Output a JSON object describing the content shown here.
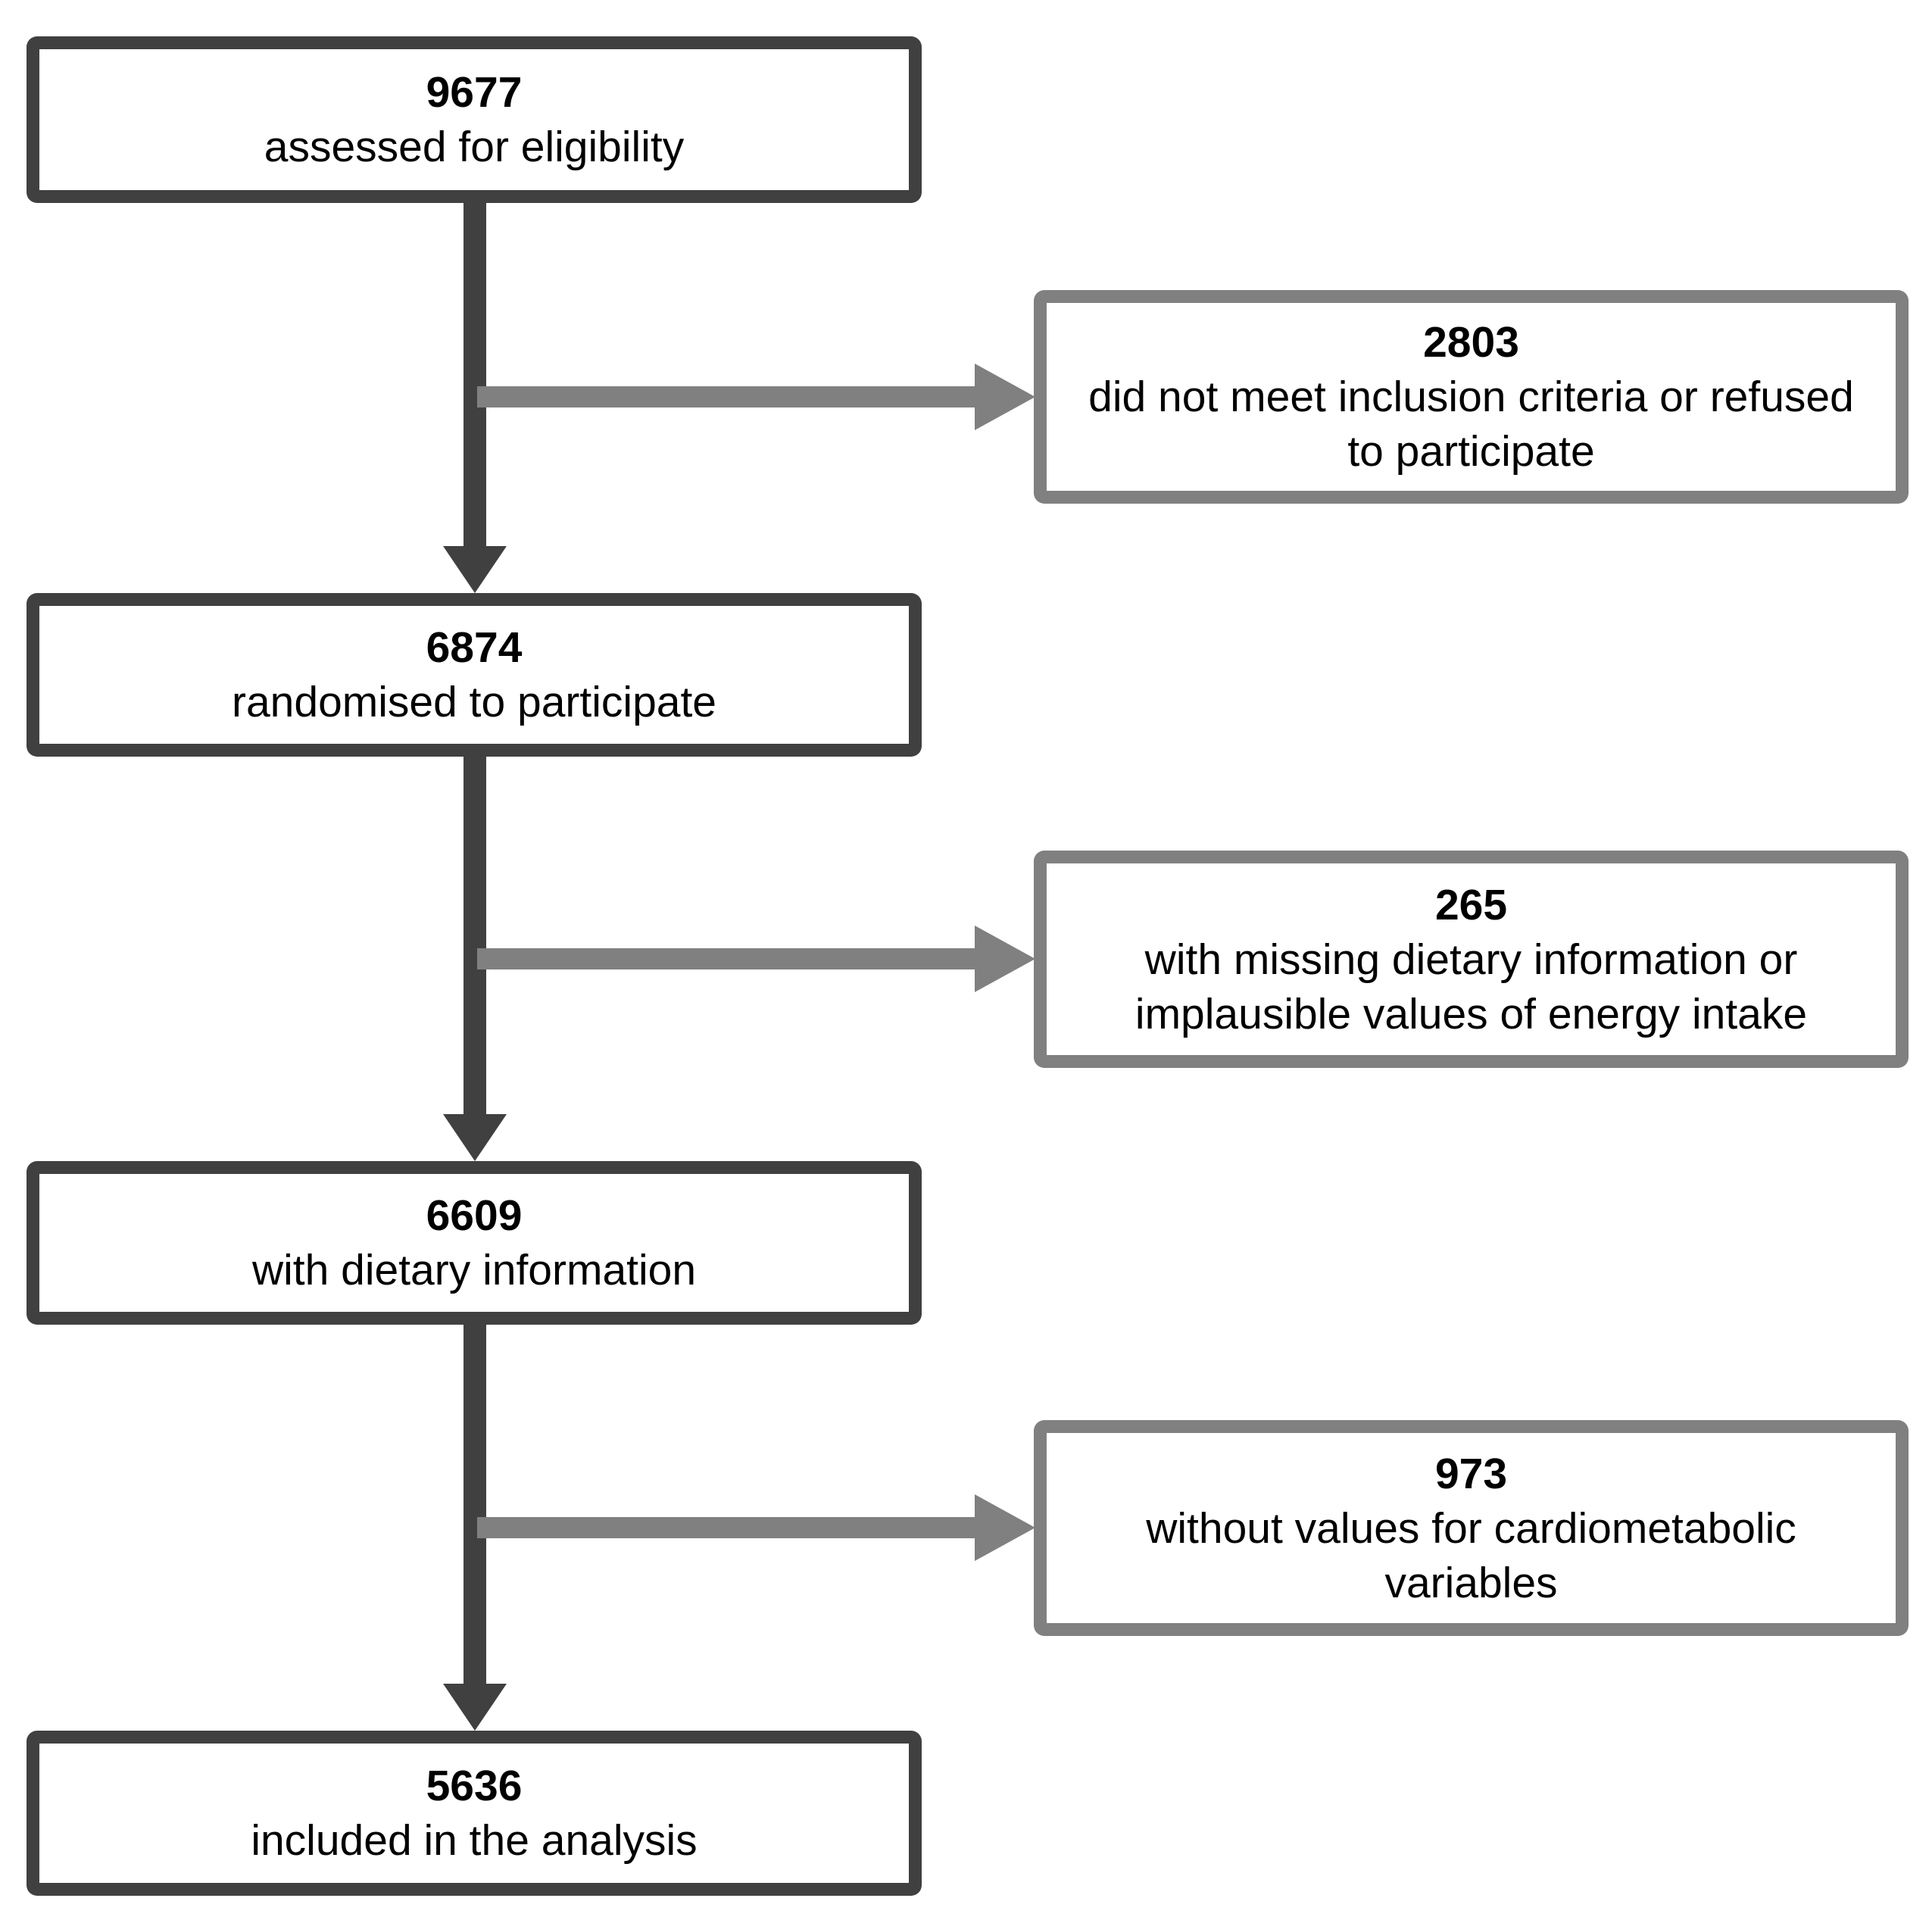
{
  "diagram": {
    "title": "participant-flow-diagram",
    "main_boxes": [
      {
        "count": "9677",
        "label": "assessed for eligibility"
      },
      {
        "count": "6874",
        "label": "randomised to participate"
      },
      {
        "count": "6609",
        "label": "with dietary information"
      },
      {
        "count": "5636",
        "label": "included in the analysis"
      }
    ],
    "side_boxes": [
      {
        "count": "2803",
        "label": "did not meet inclusion criteria or refused to participate"
      },
      {
        "count": "265",
        "label": "with missing dietary information or implausible values of energy intake"
      },
      {
        "count": "973",
        "label": "without values for cardiometabolic variables"
      }
    ],
    "colors": {
      "main_box_border": "#404040",
      "side_box_border": "#808080",
      "down_arrow": "#404040",
      "side_arrow": "#808080",
      "text": "#000000",
      "background": "#ffffff"
    }
  }
}
